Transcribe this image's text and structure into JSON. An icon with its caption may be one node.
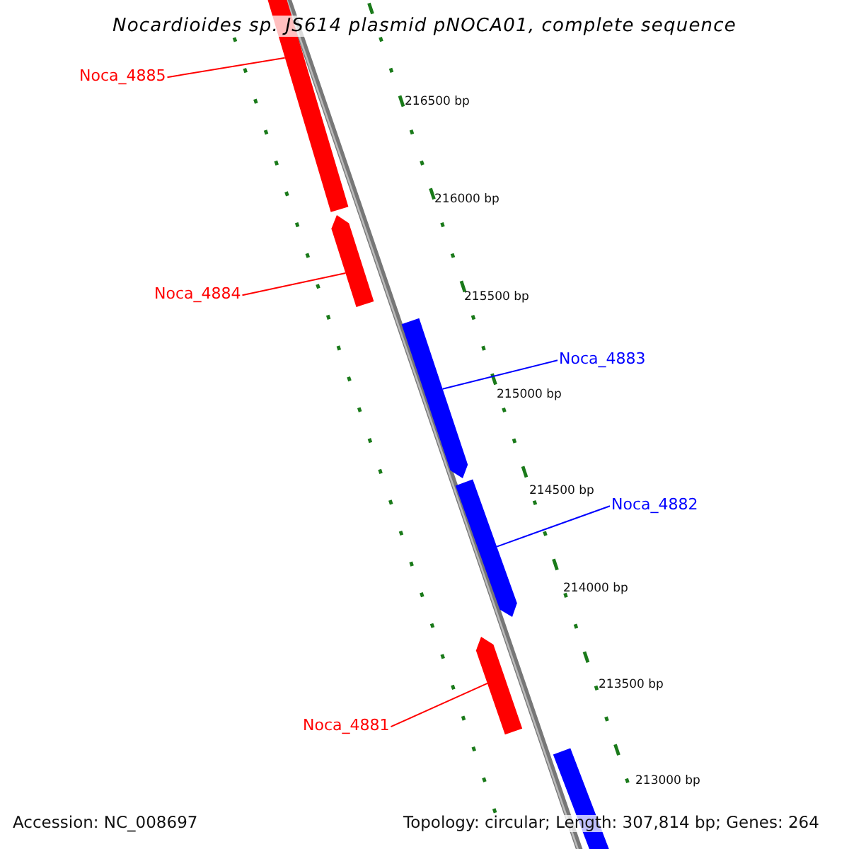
{
  "diagram": {
    "title": "Nocardioides sp. JS614 plasmid pNOCA01, complete sequence",
    "nodes": [
      {
        "text": [
          "Noca_4885"
        ]
      },
      {
        "text": [],
        "shape": "bar"
      },
      {
        "text": [
          "Noca_4884"
        ]
      },
      {
        "text": [],
        "shape": "bar"
      },
      {
        "text": [
          "Noca_4883"
        ]
      },
      {
        "text": [],
        "shape": "bar"
      },
      {
        "text": [
          "Noca_4882"
        ]
      },
      {
        "text": [],
        "shape": "bar"
      },
      {
        "text": [
          "Noca_4881"
        ]
      },
      {
        "text": [],
        "shape": "bar"
      },
      {
        "text": [],
        "shape": "bar"
      }
    ],
    "edges": [
      {
        "from": 0,
        "to": 1,
        "arrow": "none",
        "color": "#ff0000"
      },
      {
        "from": 2,
        "to": 3,
        "arrow": "none",
        "color": "#ff0000"
      },
      {
        "from": 4,
        "to": 5,
        "arrow": "none",
        "color": "#0000ff"
      },
      {
        "from": 6,
        "to": 7,
        "arrow": "none",
        "color": "#0000ff"
      },
      {
        "from": 8,
        "to": 9,
        "arrow": "none",
        "color": "#ff0000"
      }
    ],
    "labels": [
      "216500 bp",
      "216000 bp",
      "215500 bp",
      "215000 bp",
      "214500 bp",
      "214000 bp",
      "213500 bp",
      "213000 bp",
      "Accession: NC_008697",
      "Topology: circular; Length: 307,814 bp; Genes: 264"
    ]
  }
}
